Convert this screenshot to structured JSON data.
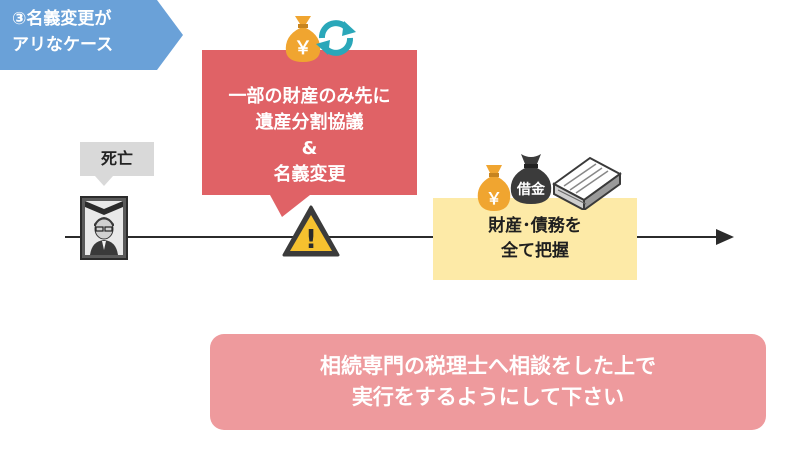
{
  "title_tab": {
    "lines": [
      "③名義変更が",
      "アリなケース"
    ]
  },
  "death": {
    "label": "死亡"
  },
  "red_callout": {
    "lines": [
      "一部の財産のみ先に",
      "遺産分割協議",
      "&",
      "名義変更"
    ]
  },
  "yellow_box": {
    "lines": [
      "財産･債務を",
      "全て把握"
    ]
  },
  "icons": {
    "yen_symbol": "￥",
    "debt_label": "借金",
    "warning_glyph": "!"
  },
  "note": {
    "lines": [
      "相続専門の税理士へ相談をした上で",
      "実行をするようにして下さい"
    ]
  },
  "colors": {
    "title_tab": "#6aa1d8",
    "red_callout": "#e06266",
    "yellow_box": "#fdeaa7",
    "note_box": "#ee9a9d",
    "coin": "#f0a530",
    "refresh": "#2aa7b9",
    "timeline": "#2b2b2b"
  }
}
